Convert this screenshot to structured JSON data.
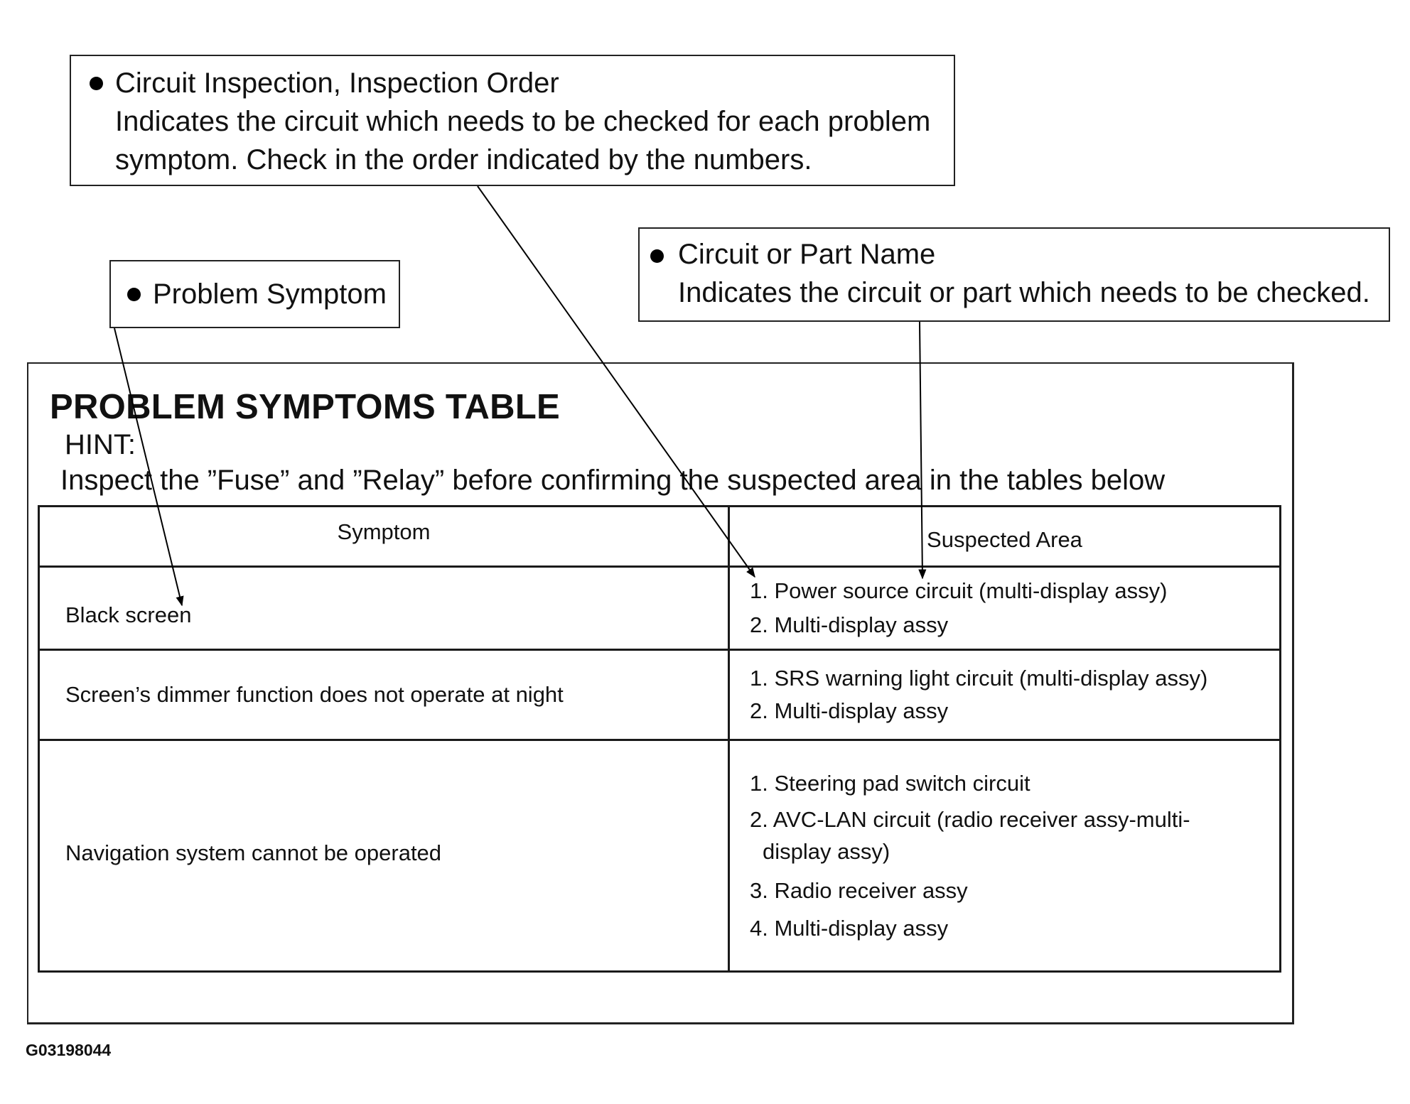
{
  "callouts": {
    "inspection_order": {
      "heading": "Circuit Inspection, Inspection Order",
      "line1": "Indicates the circuit which needs to be checked for each problem",
      "line2": "symptom. Check in the order indicated by the numbers."
    },
    "part_name": {
      "heading": "Circuit or Part Name",
      "line1": "Indicates the circuit or part which needs to be checked."
    },
    "problem_symptom": {
      "heading": "Problem Symptom"
    }
  },
  "table_panel": {
    "title": "PROBLEM SYMPTOMS TABLE",
    "hint_label": "HINT:",
    "hint_text": "Inspect the ”Fuse” and ”Relay” before confirming the suspected area in the tables below",
    "header": {
      "symptom": "Symptom",
      "area": "Suspected Area"
    },
    "rows": [
      {
        "symptom": "Black screen",
        "areas": [
          "1. Power source circuit (multi-display assy)",
          "2. Multi-display assy"
        ]
      },
      {
        "symptom": "Screen’s dimmer function does not operate at night",
        "areas": [
          "1. SRS warning light circuit (multi-display assy)",
          "2. Multi-display assy"
        ]
      },
      {
        "symptom": "Navigation system cannot be operated",
        "areas": [
          "1. Steering pad switch circuit",
          "2. AVC-LAN circuit (radio receiver assy-multi-",
          "display assy)",
          "3. Radio receiver assy",
          "4. Multi-display assy"
        ]
      }
    ]
  },
  "footer": {
    "code": "G03198044"
  },
  "colors": {
    "ink": "#111111",
    "background": "#ffffff"
  }
}
